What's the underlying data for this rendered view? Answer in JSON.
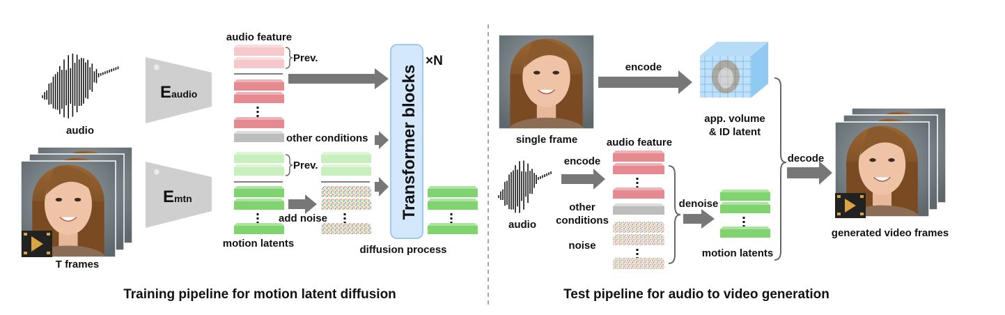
{
  "training": {
    "audio_label": "audio",
    "frames_label": "T frames",
    "enc_audio_main": "E",
    "enc_audio_sub": "audio",
    "enc_mtn_main": "E",
    "enc_mtn_sub": "mtn",
    "audio_feature_label": "audio feature",
    "prev_label_top": "Prev.",
    "prev_label_bottom": "Prev.",
    "other_conditions_label": "other conditions",
    "motion_latents_label": "motion latents",
    "add_noise_label": "add noise",
    "transformer_label": "Transformer blocks",
    "times_n_label": "×N",
    "diffusion_process_label": "diffusion process",
    "caption": "Training pipeline for motion latent diffusion"
  },
  "test": {
    "encode_top_label": "encode",
    "single_frame_label": "single frame",
    "app_volume_line1": "app. volume",
    "app_volume_line2": "& ID latent",
    "audio_feature_label": "audio feature",
    "encode_audio_label": "encode",
    "audio_label": "audio",
    "other_conditions_line1": "other",
    "other_conditions_line2": "conditions",
    "noise_label": "noise",
    "denoise_label": "denoise",
    "motion_latents_label": "motion latents",
    "decode_label": "decode",
    "generated_label": "generated video frames",
    "caption": "Test pipeline for audio to video generation"
  },
  "colors": {
    "audio_block": "#e58a90",
    "audio_block_light": "#f5c9cc",
    "motion_block": "#7fd46f",
    "motion_block_light": "#c8efbe",
    "condition_block": "#bdbdbd",
    "arrow": "#777777",
    "transformer_fill": "#d3e9fb",
    "transformer_stroke": "#9ccaf0",
    "encoder_fill": "#cfcfcf"
  },
  "icons": [
    "snowflake-icon",
    "play-icon",
    "film-strip-icon",
    "waveform-icon",
    "face-photo-icon"
  ]
}
